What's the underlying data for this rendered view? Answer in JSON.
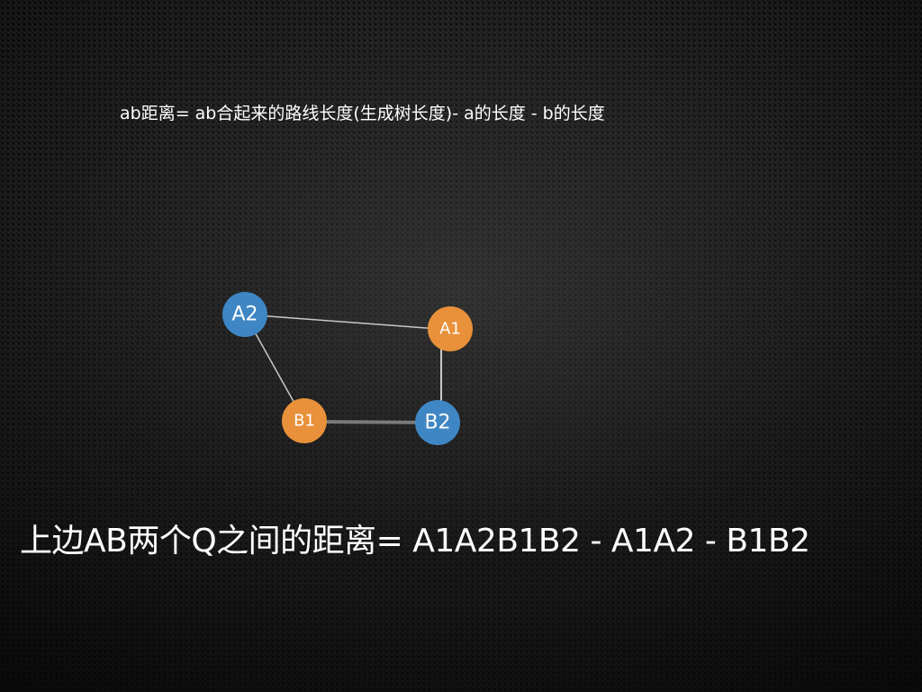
{
  "slide": {
    "subtitle": "ab距离= ab合起来的路线长度(生成树长度)- a的长度 - b的长度",
    "caption": "上边AB两个Q之间的距离= A1A2B1B2 - A1A2 - B1B2"
  },
  "diagram": {
    "nodes": {
      "A2": {
        "label": "A2",
        "color": "#3f86c4"
      },
      "A1": {
        "label": "A1",
        "color": "#e8913a"
      },
      "B1": {
        "label": "B1",
        "color": "#e8913a"
      },
      "B2": {
        "label": "B2",
        "color": "#3f86c4"
      }
    },
    "edges": [
      {
        "from": "A2",
        "to": "A1"
      },
      {
        "from": "A1",
        "to": "B2"
      },
      {
        "from": "A2",
        "to": "B1"
      },
      {
        "from": "B1",
        "to": "B2"
      }
    ]
  }
}
